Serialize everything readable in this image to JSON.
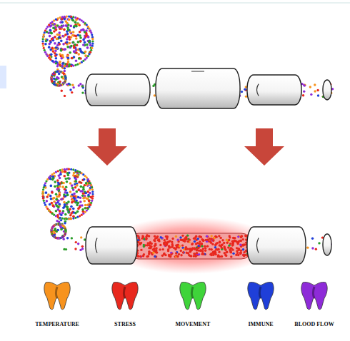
{
  "diagram": {
    "legend": [
      {
        "text": "TEMPERATURE",
        "color": "#f7931e"
      },
      {
        "text": "STRESS",
        "color": "#e8281e"
      },
      {
        "text": "MOVEMENT",
        "color": "#3fd43a"
      },
      {
        "text": "IMMUNE",
        "color": "#1f3fd8"
      },
      {
        "text": "BLOOD FLOW",
        "color": "#8e2bd8"
      }
    ]
  }
}
